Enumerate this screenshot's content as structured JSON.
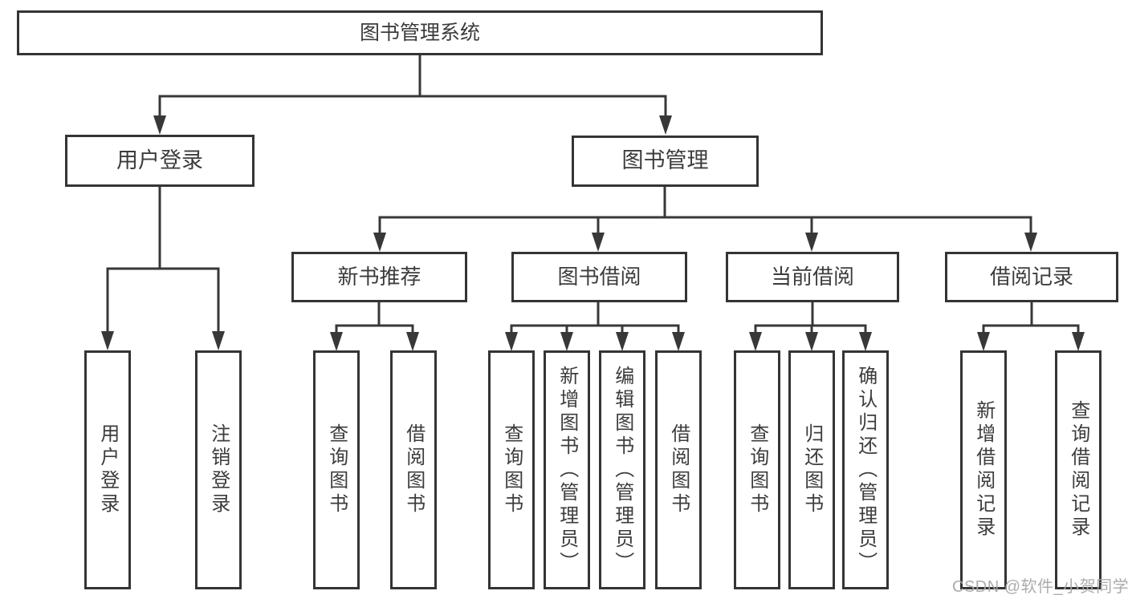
{
  "nodes": {
    "root": "图书管理系统",
    "user_login": "用户登录",
    "book_management": "图书管理",
    "new_book_recommend": "新书推荐",
    "book_borrowing": "图书借阅",
    "current_borrowing": "当前借阅",
    "borrowing_records": "借阅记录"
  },
  "leaves": {
    "user_login": [
      "用户登录",
      "注销登录"
    ],
    "new_book_recommend": [
      "查询图书",
      "借阅图书"
    ],
    "book_borrowing": [
      "查询图书",
      "新增图书（管理员）",
      "编辑图书（管理员）",
      "借阅图书"
    ],
    "current_borrowing": [
      "查询图书",
      "归还图书",
      "确认归还（管理员）"
    ],
    "borrowing_records": [
      "新增借阅记录",
      "查询借阅记录"
    ]
  },
  "watermark": "CSDN @软件_小贺同学",
  "colors": {
    "line": "#383838",
    "border": "#343434",
    "text": "#3c3c3c",
    "watermark": "#a8a8a8"
  }
}
